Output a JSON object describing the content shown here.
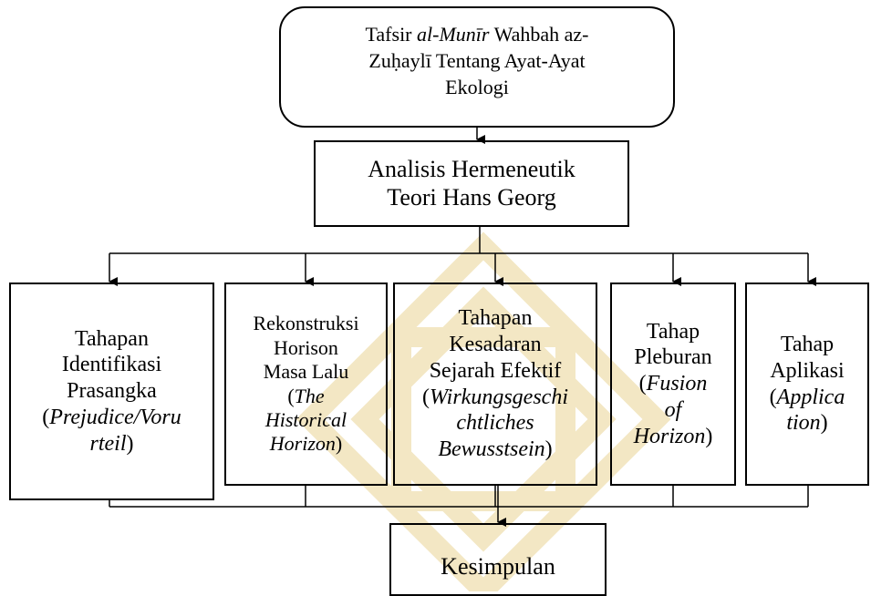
{
  "top_box": {
    "line1_a": "Tafsir ",
    "line1_b": "al-Munīr",
    "line1_c": " Wahbah az-",
    "line2": "Zuḥaylī Tentang Ayat-Ayat",
    "line3": "Ekologi"
  },
  "analysis_box": {
    "line1": "Analisis Hermeneutik",
    "line2": "Teori Hans Georg"
  },
  "stages": [
    {
      "lines": [
        "Tahapan",
        "Identifikasi",
        "Prasangka"
      ],
      "italic_open": "(",
      "italic": [
        "Prejudice/Voru",
        "rteil"
      ],
      "close": ")"
    },
    {
      "lines": [
        "Rekonstruksi",
        "Horison",
        "Masa Lalu"
      ],
      "italic_open": "(",
      "italic": [
        "The",
        "Historical",
        "Horizon"
      ],
      "close": ")"
    },
    {
      "lines": [
        "Tahapan",
        "Kesadaran",
        "Sejarah Efektif"
      ],
      "italic_open": "(",
      "italic": [
        "Wirkungsgeschi",
        "chtliches",
        "Bewusstsein"
      ],
      "close": ")"
    },
    {
      "lines": [
        "Tahap",
        "Pleburan"
      ],
      "italic_open": "(",
      "italic": [
        "Fusion",
        "of",
        "Horizon"
      ],
      "close": ")"
    },
    {
      "lines": [
        "Tahap",
        "Aplikasi"
      ],
      "italic_open": "(",
      "italic": [
        "Applica",
        "tion"
      ],
      "close": ")"
    }
  ],
  "conclusion_box": {
    "label": "Kesimpulan"
  },
  "colors": {
    "line": "#000000",
    "watermark": "#f3e7c4"
  }
}
